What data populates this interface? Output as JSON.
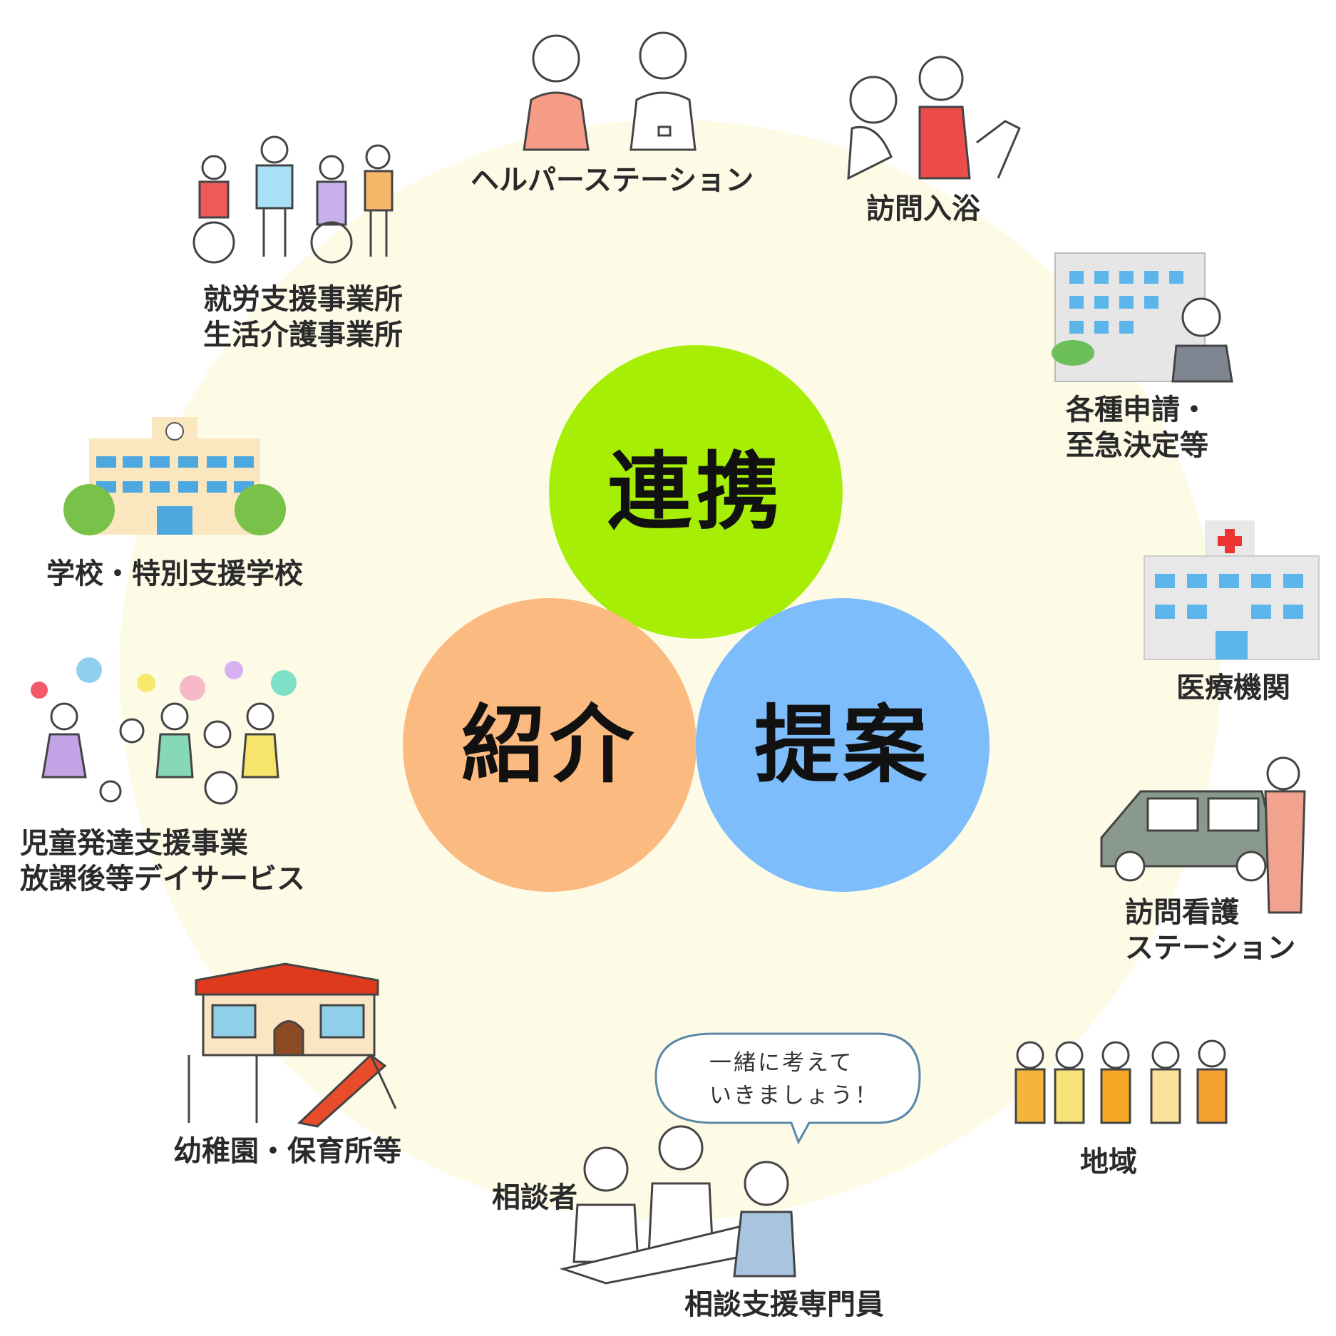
{
  "center": {
    "top": "連携",
    "left": "紹介",
    "right": "提案"
  },
  "colors": {
    "background_disc": "#fdfbe6",
    "top_circle": "#a6ee05",
    "left_circle": "#fbbb80",
    "right_circle": "#7ebdfc"
  },
  "labels": {
    "helper_station": "ヘルパーステーション",
    "home_bathing": "訪問入浴",
    "applications_1": "各種申請・",
    "applications_2": "至急決定等",
    "medical": "医療機関",
    "nursing_1": "訪問看護",
    "nursing_2": "ステーション",
    "community": "地域",
    "consultant_specialist": "相談支援専門員",
    "client": "相談者",
    "kindergarten": "幼稚園・保育所等",
    "child_dev_1": "児童発達支援事業",
    "child_dev_2": "放課後等デイサービス",
    "school": "学校・特別支援学校",
    "employment_1": "就労支援事業所",
    "employment_2": "生活介護事業所"
  },
  "bubble": {
    "line1": "一緒に考えて",
    "line2": "いきましょう！"
  },
  "icons": [
    "helpers-icon",
    "home-bathing-icon",
    "office-building-icon",
    "hospital-icon",
    "nursing-car-icon",
    "community-people-icon",
    "consultation-icon",
    "kindergarten-icon",
    "children-playing-icon",
    "school-icon",
    "wheelchair-group-icon"
  ]
}
